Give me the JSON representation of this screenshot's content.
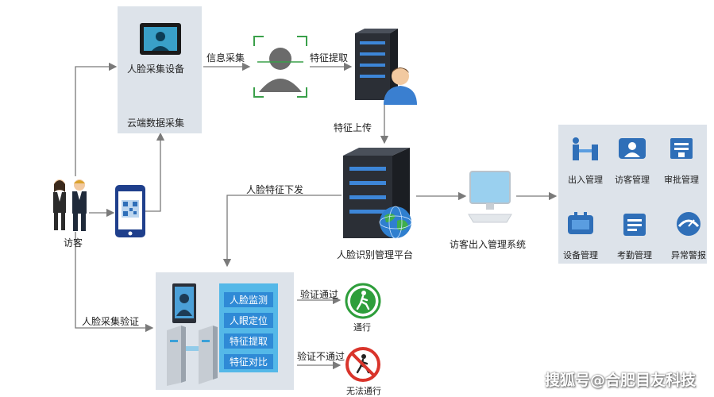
{
  "labels": {
    "face_device": "人脸采集设备",
    "cloud_capture": "云端数据采集",
    "info_capture": "信息采集",
    "feature_extract": "特征提取",
    "feature_upload": "特征上传",
    "feature_dispatch": "人脸特征下发",
    "platform": "人脸识别管理平台",
    "visitor_system": "访客出入管理系统",
    "visitor": "访客",
    "face_verify": "人脸采集验证",
    "pass_ok": "验证通过",
    "pass_fail": "验证不通过",
    "go": "通行",
    "no_go": "无法通行"
  },
  "verify_steps": [
    "人脸监测",
    "人眼定位",
    "特征提取",
    "特征对比"
  ],
  "modules": [
    {
      "label": "出入管理",
      "icon": "entry-exit-icon"
    },
    {
      "label": "访客管理",
      "icon": "visitor-mgmt-icon"
    },
    {
      "label": "审批管理",
      "icon": "approval-icon"
    },
    {
      "label": "设备管理",
      "icon": "device-mgmt-icon"
    },
    {
      "label": "考勤管理",
      "icon": "attendance-icon"
    },
    {
      "label": "异常警报",
      "icon": "alarm-icon"
    }
  ],
  "watermark": "搜狐号@合肥目友科技",
  "colors": {
    "accent": "#2f8ad6",
    "panel": "#dde3ea",
    "go": "#2e9e3b",
    "stop": "#d9342b",
    "line": "#7a7a7a"
  }
}
